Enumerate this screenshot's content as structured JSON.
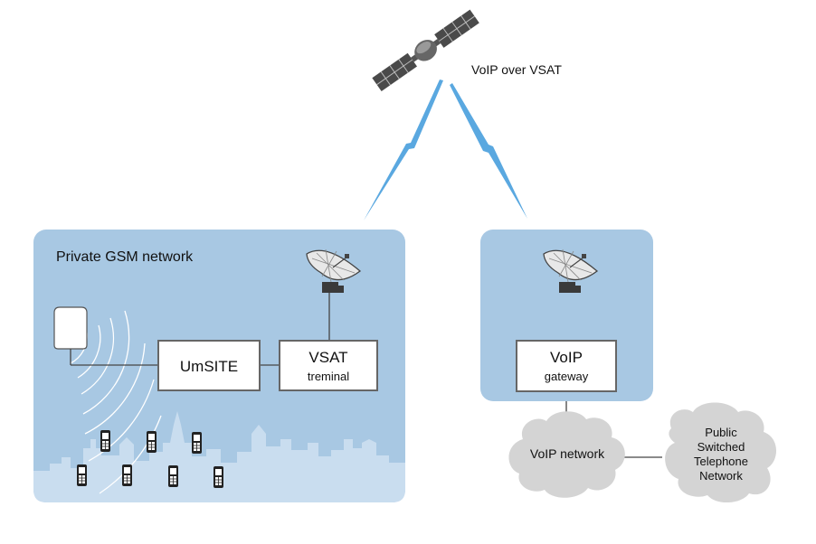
{
  "satellite_label": "VoIP over VSAT",
  "private_network": {
    "title": "Private GSM network",
    "umsite": "UmSITE",
    "vsat_line1": "VSAT",
    "vsat_line2": "treminal"
  },
  "remote_site": {
    "voip_line1": "VoIP",
    "voip_line2": "gateway"
  },
  "voip_network_label": "VoIP network",
  "pstn": {
    "line1": "Public",
    "line2": "Switched",
    "line3": "Telephone",
    "line4": "Network"
  },
  "colors": {
    "panel": "#a8c8e3",
    "cloud": "#d4d4d4",
    "link": "#5aa8e0",
    "silhouette": "#c9ddef"
  },
  "icons": [
    "satellite-icon",
    "satellite-dish-icon",
    "base-station-antenna-icon",
    "mobile-phone-icon",
    "cloud-icon",
    "city-skyline-icon"
  ]
}
